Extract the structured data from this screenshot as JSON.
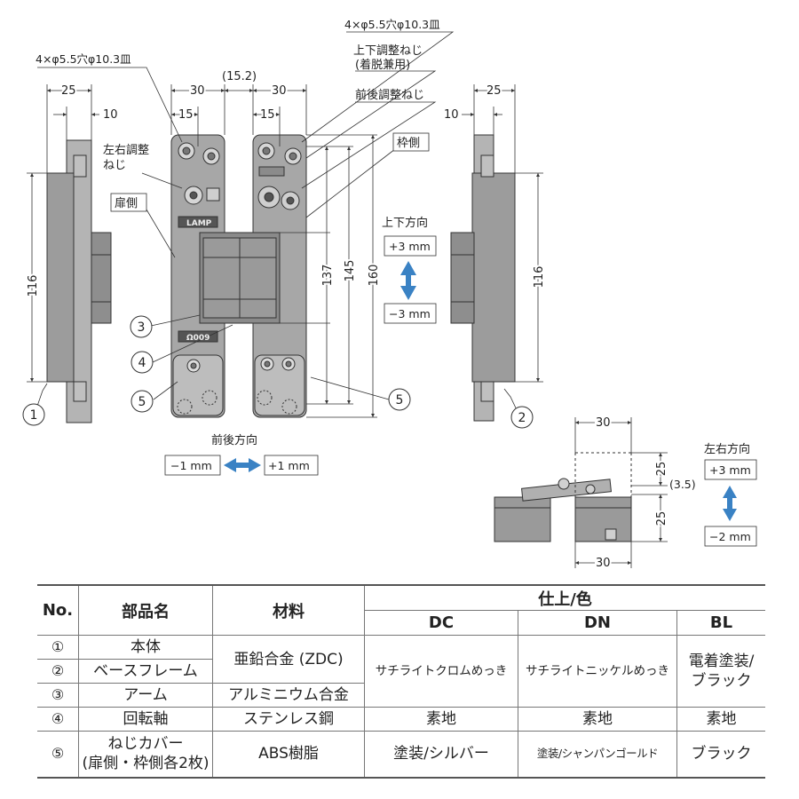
{
  "labels": {
    "hole_spec_left": "4×φ5.5穴φ10.3皿",
    "hole_spec_right": "4×φ5.5穴φ10.3皿",
    "dim_25_left": "25",
    "dim_10_left": "10",
    "dim_30_a": "30",
    "dim_15_a": "15",
    "dim_15_2": "(15.2)",
    "dim_30_b": "30",
    "dim_15_b": "15",
    "dim_25_right": "25",
    "dim_10_right": "10",
    "dim_116_left": "116",
    "dim_116_right": "116",
    "dim_137": "137",
    "dim_145": "145",
    "dim_160": "160",
    "vertical_screw_line1": "上下調整ねじ",
    "vertical_screw_line2": "(着脱兼用)",
    "depth_screw": "前後調整ねじ",
    "lateral_screw_line1": "左右調整",
    "lateral_screw_line2": "ねじ",
    "door_side": "扉側",
    "frame_side": "枠側",
    "stamp_top": "LAMP",
    "stamp_bottom": "Ω009",
    "updown_title": "上下方向",
    "updown_plus": "+3 mm",
    "updown_minus": "−3 mm",
    "frontback_title": "前後方向",
    "frontback_minus": "−1 mm",
    "frontback_plus": "+1 mm",
    "leftright_title": "左右方向",
    "leftright_plus": "+3 mm",
    "leftright_minus": "−2 mm",
    "top_view_30_top": "30",
    "top_view_30_bottom": "30",
    "top_view_25_a": "25",
    "top_view_25_b": "25",
    "top_view_3_5": "(3.5)",
    "callouts": [
      "1",
      "2",
      "3",
      "4",
      "5",
      "5"
    ]
  },
  "table": {
    "headers": {
      "no": "No.",
      "part": "部品名",
      "material": "材料",
      "finish": "仕上/色",
      "dc": "DC",
      "dn": "DN",
      "bl": "BL"
    },
    "rows": [
      {
        "no": "①",
        "part": "本体"
      },
      {
        "no": "②",
        "part": "ベースフレーム"
      },
      {
        "no": "③",
        "part": "アーム"
      },
      {
        "no": "④",
        "part": "回転軸",
        "material": "ステンレス鋼",
        "dc": "素地",
        "dn": "素地",
        "bl": "素地"
      },
      {
        "no": "⑤",
        "part_line1": "ねじカバー",
        "part_line2": "(扉側・枠側各2枚)",
        "material": "ABS樹脂",
        "dc": "塗装/シルバー",
        "dn": "塗装/シャンパンゴールド",
        "bl": "ブラック"
      }
    ],
    "material_zdc": "亜鉛合金 (ZDC)",
    "material_alu": "アルミニウム合金",
    "dc_123": "サチライトクロムめっき",
    "dn_123": "サチライトニッケルめっき",
    "bl_123_line1": "電着塗装/",
    "bl_123_line2": "ブラック"
  },
  "colors": {
    "metal": "#a3a3a3",
    "metal_dark": "#7d7d7d",
    "metal_light": "#c4c4c4",
    "arrow": "#3a82c4",
    "line": "#333333"
  }
}
